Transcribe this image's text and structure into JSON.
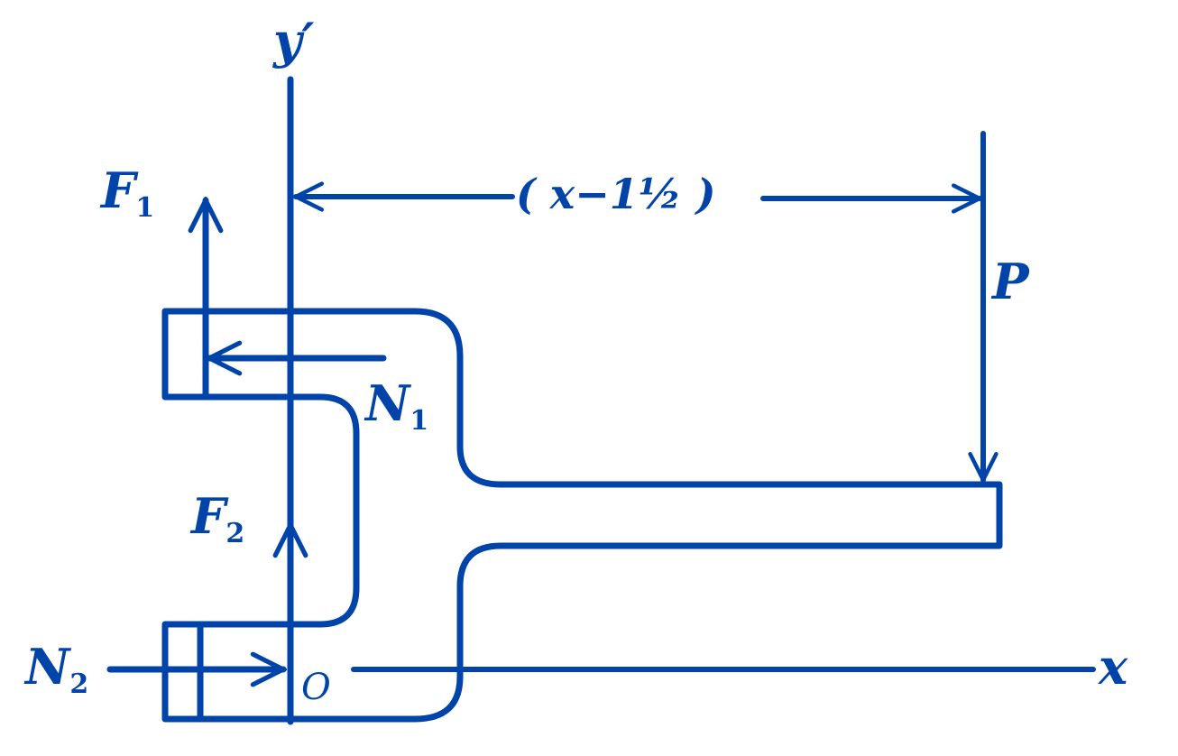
{
  "diagram": {
    "axis_y_label": "y′",
    "axis_x_label": "x",
    "origin_label": "O",
    "forces": {
      "F1": {
        "letter": "F",
        "sub": "1"
      },
      "F2": {
        "letter": "F",
        "sub": "2"
      },
      "N1": {
        "letter": "N",
        "sub": "1"
      },
      "N2": {
        "letter": "N",
        "sub": "2"
      },
      "P": {
        "letter": "P"
      }
    },
    "dimension_label": "( x−1½ )",
    "color": "#0044aa"
  }
}
